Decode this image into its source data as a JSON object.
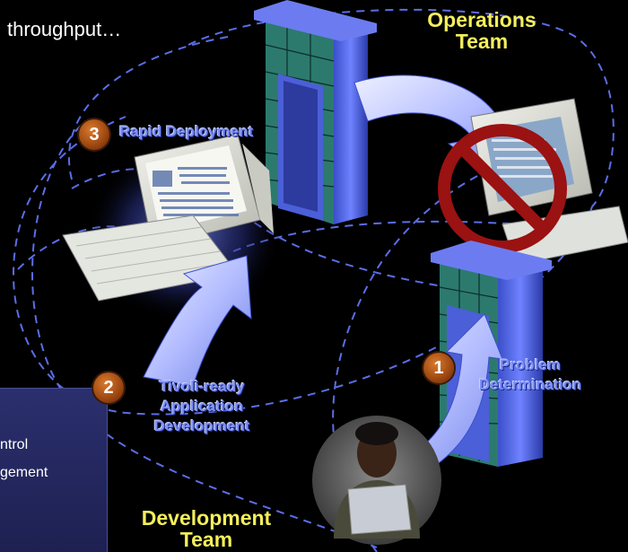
{
  "heading": "throughput…",
  "operations_team": "Operations\nTeam",
  "development_team": "Development\nTeam",
  "steps": [
    {
      "number": "1",
      "label": "Problem\nDetermination"
    },
    {
      "number": "2",
      "label": "Tivoli-ready\nApplication\nDevelopment"
    },
    {
      "number": "3",
      "label": "Rapid Deployment"
    }
  ],
  "side_panel": {
    "line1": "ntrol",
    "line2": "gement"
  },
  "colors": {
    "team_text": "#f4ef5a",
    "step_text": "#7d8ff5",
    "dashed_line": "#5b6ee8",
    "arrow_fill": "#a8b4ff",
    "badge": "#b35a1c",
    "prohibit": "#9a1212"
  }
}
